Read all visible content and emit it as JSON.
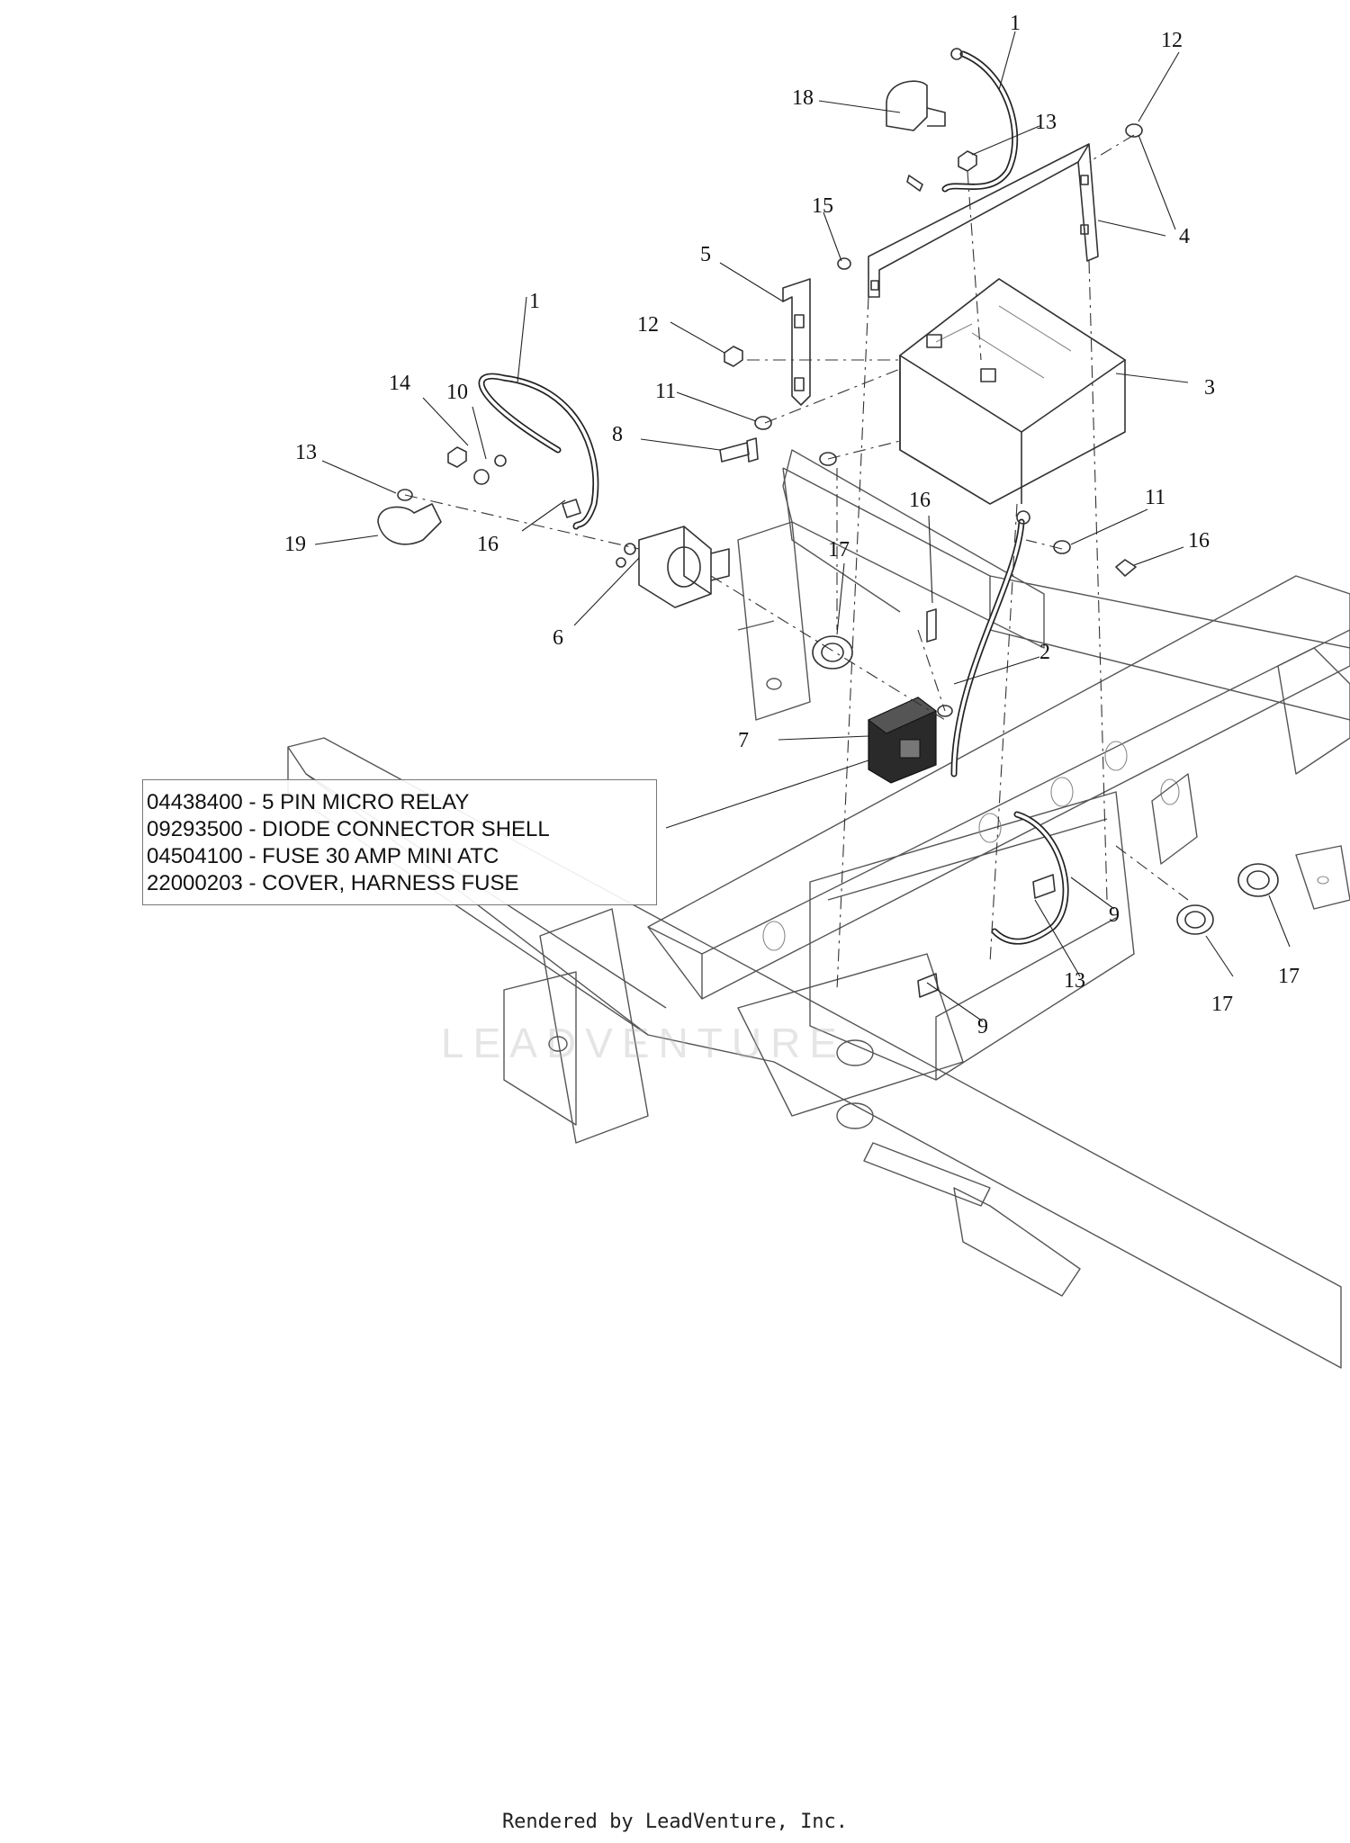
{
  "callouts": {
    "c1a": "1",
    "c1b": "1",
    "c2": "2",
    "c3": "3",
    "c4": "4",
    "c5": "5",
    "c6": "6",
    "c7": "7",
    "c8": "8",
    "c9a": "9",
    "c9b": "9",
    "c10": "10",
    "c11a": "11",
    "c11b": "11",
    "c12a": "12",
    "c12b": "12",
    "c13a": "13",
    "c13b": "13",
    "c13c": "13",
    "c14": "14",
    "c15": "15",
    "c16a": "16",
    "c16b": "16",
    "c16c": "16",
    "c17a": "17",
    "c17b": "17",
    "c17c": "17",
    "c18": "18",
    "c19": "19"
  },
  "notes": [
    "04438400 - 5 PIN MICRO RELAY",
    "09293500 - DIODE CONNECTOR SHELL",
    "04504100 - FUSE 30 AMP MINI ATC",
    "22000203 - COVER, HARNESS FUSE"
  ],
  "watermark": "LEADVENTURE",
  "footer": "Rendered by LeadVenture, Inc."
}
